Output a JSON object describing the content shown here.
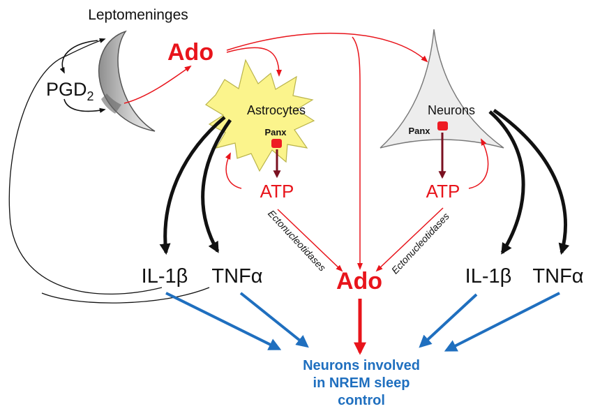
{
  "labels": {
    "leptomeninges": "Leptomeninges",
    "pgd2_main": "PGD",
    "pgd2_sub": "2",
    "ado_top": "Ado",
    "astrocytes": "Astrocytes",
    "panx_astro": "Panx",
    "neurons": "Neurons",
    "panx_neuron": "Panx",
    "atp_left": "ATP",
    "atp_right": "ATP",
    "ecto_left": "Ectonucleotidases",
    "ecto_right": "Ectonucleotidases",
    "ado_center": "Ado",
    "il1b_left": "IL-1β",
    "tnfa_left": "TNFα",
    "il1b_right": "IL-1β",
    "tnfa_right": "TNFα",
    "target_line1": "Neurons involved",
    "target_line2": "in NREM sleep",
    "target_line3": "control"
  },
  "colors": {
    "red": "#e8141b",
    "dark_red": "#7a1020",
    "blue": "#1f6fbf",
    "black": "#111111",
    "astrocyte_fill": "#fbf48c",
    "neuron_fill": "#ededed",
    "meninges_fill": "#bdbdbd"
  }
}
